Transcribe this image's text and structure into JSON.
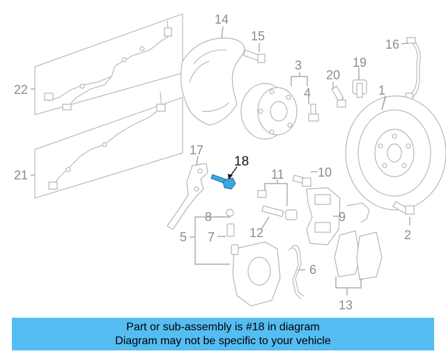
{
  "diagram": {
    "highlight_color": "#3aa6e0",
    "highlighted_part": "18",
    "labels": {
      "p1": "1",
      "p2": "2",
      "p3": "3",
      "p4": "4",
      "p5": "5",
      "p6": "6",
      "p7": "7",
      "p8": "8",
      "p9": "9",
      "p10": "10",
      "p11": "11",
      "p12": "12",
      "p13": "13",
      "p14": "14",
      "p15": "15",
      "p16": "16",
      "p17": "17",
      "p18": "18",
      "p19": "19",
      "p20": "20",
      "p21": "21",
      "p22": "22"
    }
  },
  "banner": {
    "color": "#55bdf2",
    "line1": "Part or sub-assembly is #18 in diagram",
    "line2": "Diagram may not be specific to your vehicle"
  }
}
